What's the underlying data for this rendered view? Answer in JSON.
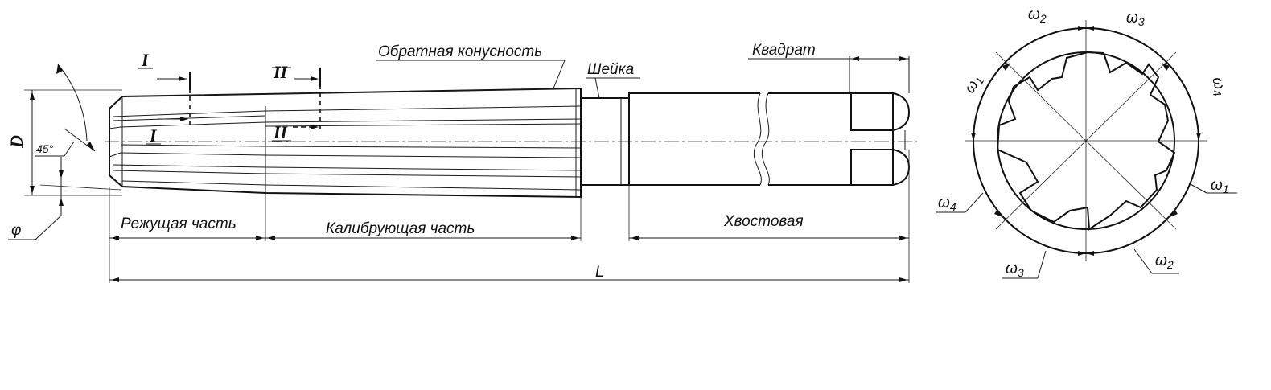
{
  "labels": {
    "reverse_taper": "Обратная конусность",
    "neck": "Шейка",
    "square": "Квадрат",
    "cutting_part": "Режущая часть",
    "calibrating_part": "Калибрующая часть",
    "shank": "Хвостовая",
    "length": "L",
    "diameter": "D",
    "chamfer_angle": "45°",
    "phi": "φ",
    "section_1": "I",
    "section_2": "II"
  },
  "cross_section": {
    "omega_1": "ω",
    "omega_2": "ω",
    "omega_3": "ω",
    "omega_4": "ω",
    "sub_1": "1",
    "sub_2": "2",
    "sub_3": "3",
    "sub_4": "4"
  }
}
